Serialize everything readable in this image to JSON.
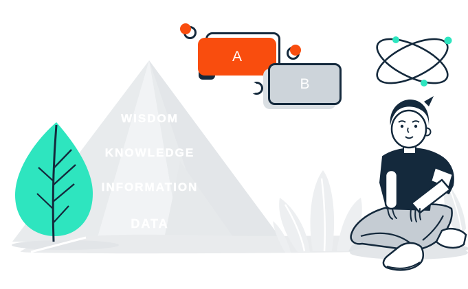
{
  "illustration": {
    "title_semantics": "DIKW pyramid illustration",
    "pyramid": {
      "levels": [
        {
          "label": "WISDOM"
        },
        {
          "label": "KNOWLEDGE"
        },
        {
          "label": "INFORMATION"
        },
        {
          "label": "DATA"
        }
      ]
    },
    "cards": {
      "a": {
        "label": "A"
      },
      "b": {
        "label": "B"
      }
    },
    "colors": {
      "accent_orange": "#F94D0E",
      "navy": "#14293C",
      "teal": "#2EE5BF",
      "pyramid_gray": "#E9ECEE",
      "card_b_gray": "#CDD4DA",
      "label_text": "#FFFFFF"
    }
  }
}
